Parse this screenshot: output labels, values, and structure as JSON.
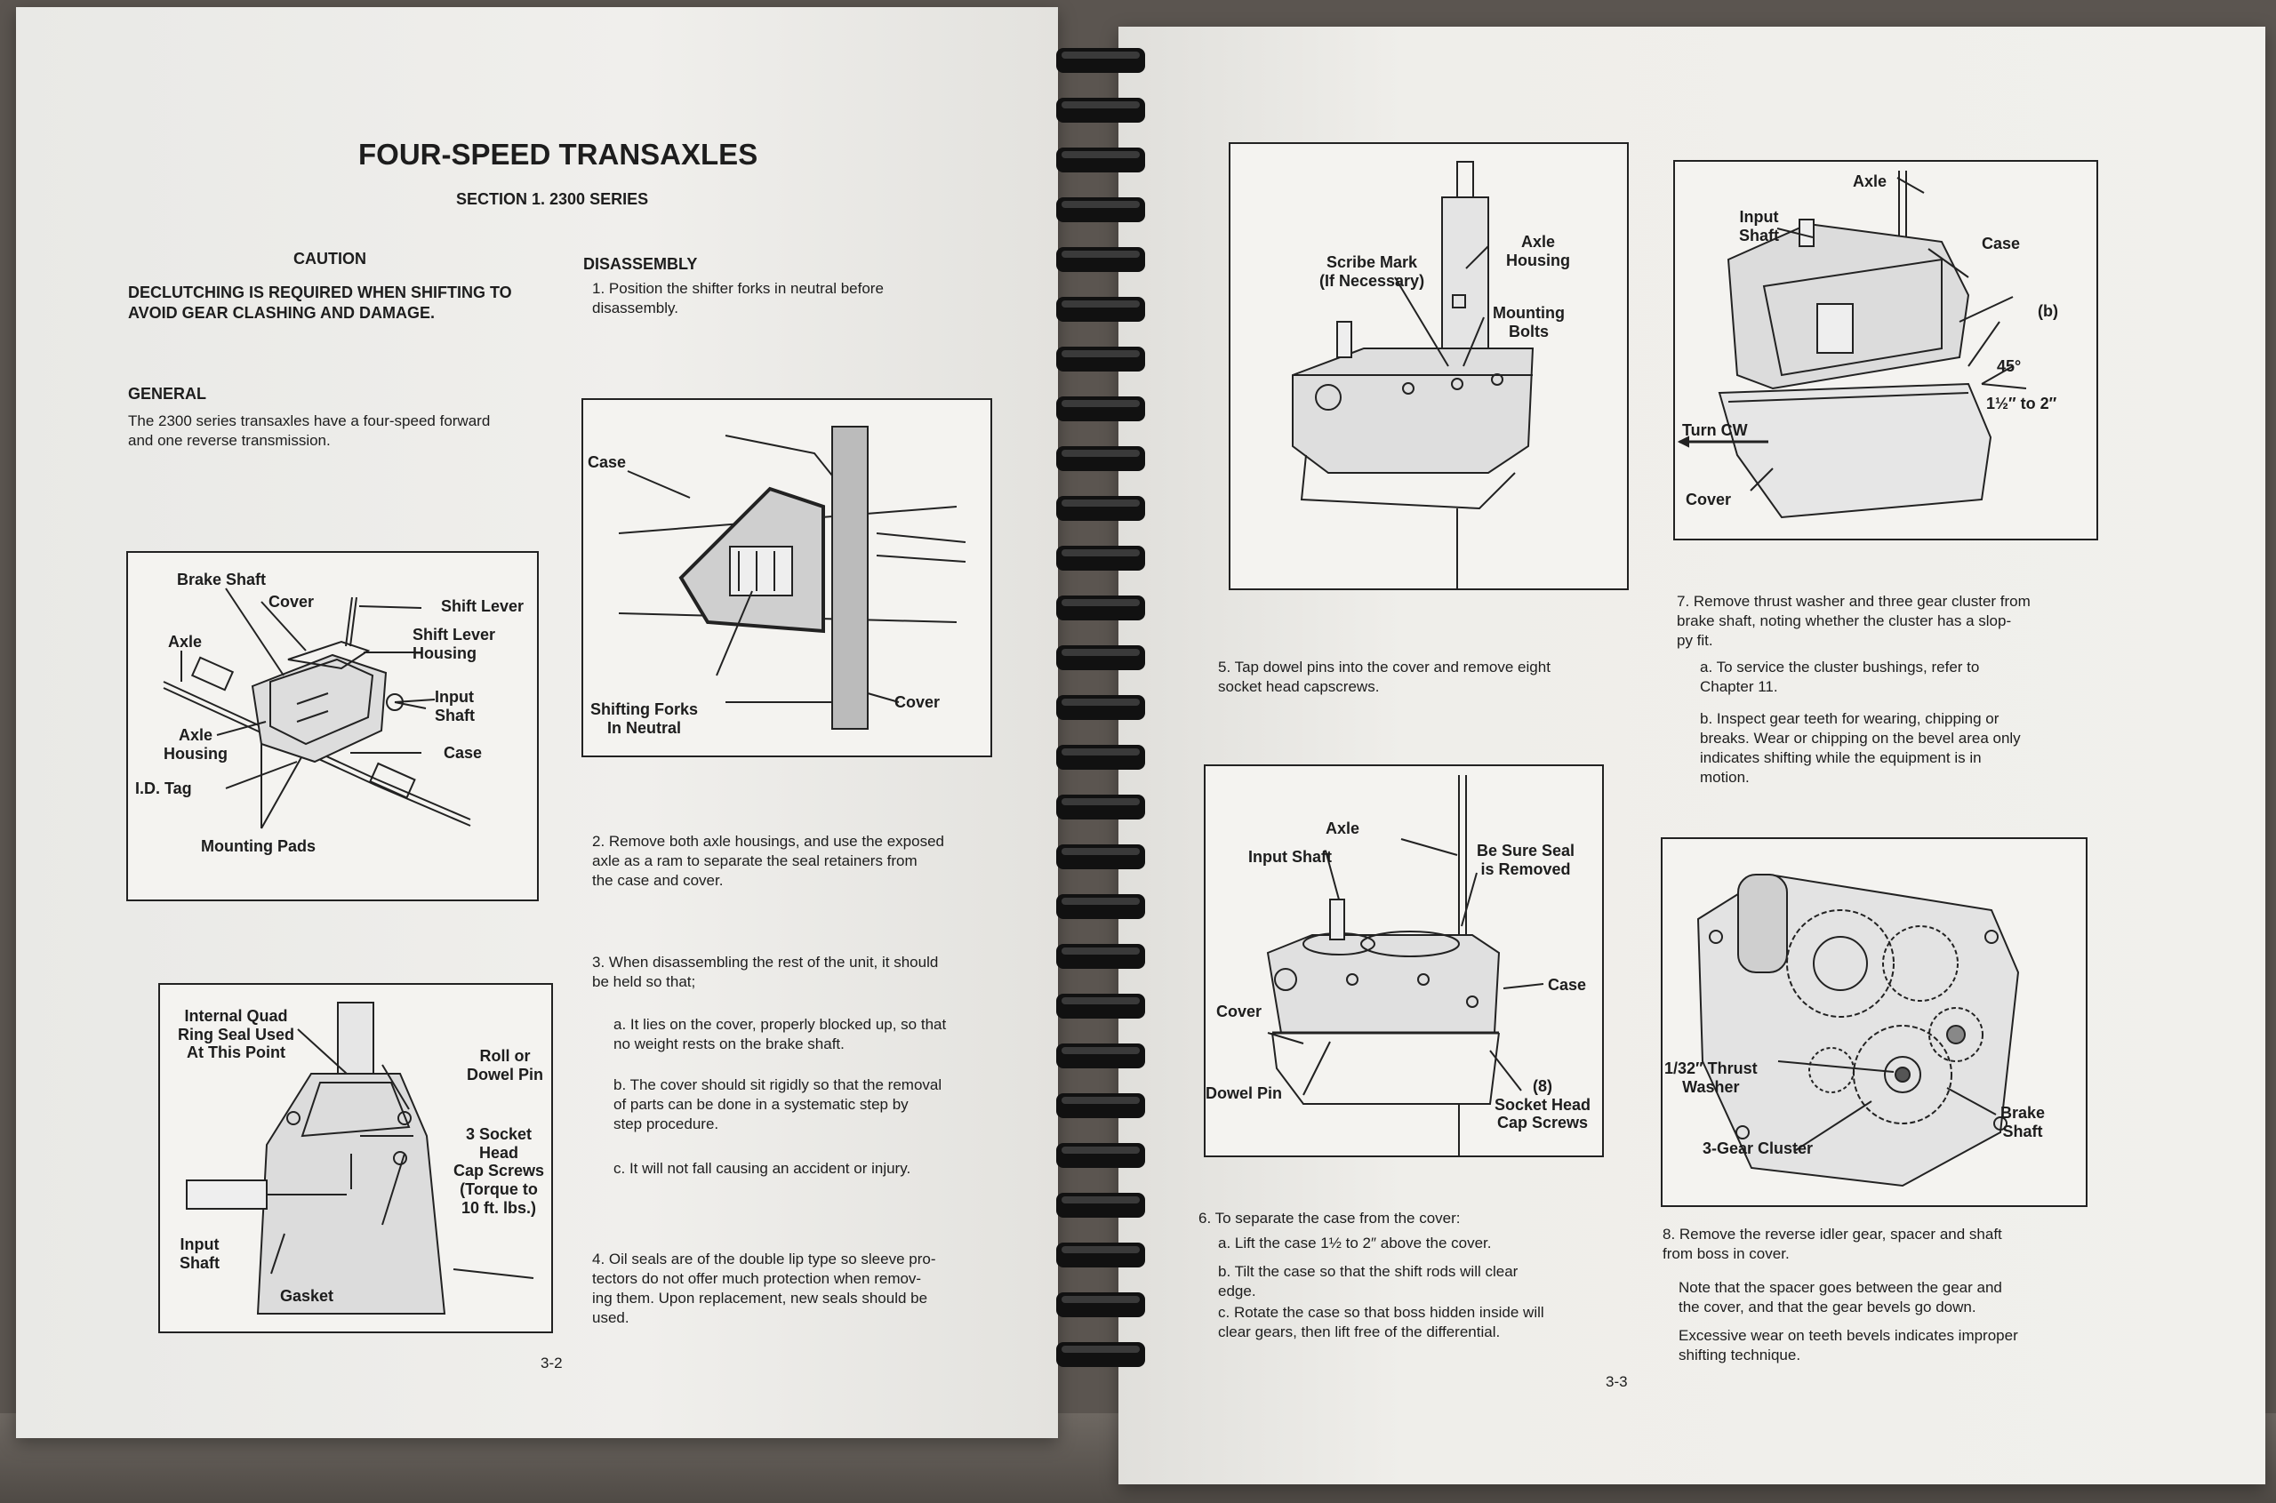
{
  "left_page": {
    "title": "FOUR-SPEED TRANSAXLES",
    "section": "SECTION 1. 2300 SERIES",
    "caution": {
      "heading": "CAUTION",
      "text": "DECLUTCHING IS REQUIRED WHEN SHIFTING TO\nAVOID GEAR CLASHING AND DAMAGE."
    },
    "general": {
      "heading": "GENERAL",
      "text": "The 2300 series transaxles have a four-speed forward\nand one reverse transmission."
    },
    "disassembly": {
      "heading": "DISASSEMBLY",
      "step1": "1. Position the shifter forks in neutral before\n    disassembly.",
      "step2": "2. Remove both axle housings, and use the exposed\n    axle as a ram to separate the seal retainers from\n    the case and cover.",
      "step3": "3. When disassembling the rest of the unit, it should\n    be held so that;",
      "step3a": "a. It lies on the cover, properly blocked up, so that\n    no weight rests on the brake shaft.",
      "step3b": "b. The cover should sit rigidly so that the removal\n    of parts can be done in a systematic step by\n    step procedure.",
      "step3c": "c. It will not fall causing an accident or injury.",
      "step4": "4. Oil seals are of the double lip type so sleeve pro-\n    tectors do not offer much protection when remov-\n    ing them. Upon replacement, new seals should be\n    used."
    },
    "fig1_labels": {
      "brake_shaft": "Brake Shaft",
      "cover": "Cover",
      "shift_lever": "Shift Lever",
      "shift_lever_housing": "Shift Lever\nHousing",
      "axle": "Axle",
      "input_shaft": "Input\nShaft",
      "axle_housing": "Axle\nHousing",
      "case": "Case",
      "id_tag": "I.D. Tag",
      "mounting_pads": "Mounting Pads"
    },
    "fig2_labels": {
      "case": "Case",
      "shifting_forks": "Shifting Forks\nIn Neutral",
      "cover": "Cover"
    },
    "fig3_labels": {
      "quad_ring": "Internal Quad\nRing Seal Used\nAt This Point",
      "roll_pin": "Roll or\nDowel Pin",
      "socket_head": "3 Socket Head\nCap Screws\n(Torque to\n10 ft. lbs.)",
      "input_shaft": "Input\nShaft",
      "gasket": "Gasket"
    },
    "page_number": "3-2"
  },
  "right_page": {
    "fig4_labels": {
      "scribe_mark": "Scribe Mark\n(If Necessary)",
      "axle_housing": "Axle\nHousing",
      "mounting_bolts": "Mounting\nBolts"
    },
    "step5": "5. Tap dowel pins into the cover and remove eight\n    socket head capscrews.",
    "fig5_labels": {
      "axle": "Axle",
      "input_shaft": "Input Shaft",
      "be_sure_seal": "Be Sure Seal\nis Removed",
      "case": "Case",
      "cover": "Cover",
      "dowel_pin": "Dowel Pin",
      "socket_head": "(8)\nSocket Head\nCap Screws"
    },
    "step6": "6. To separate the case from the cover:",
    "step6a": "a. Lift the case 1½ to 2″ above the cover.",
    "step6b": "b. Tilt the case so that the shift rods will clear\n    edge.",
    "step6c": "c. Rotate the case so that boss hidden inside will\n    clear gears, then lift free of the differential.",
    "fig6_labels": {
      "axle": "Axle",
      "input_shaft": "Input\nShaft",
      "case": "Case",
      "b": "(b)",
      "deg45": "45°",
      "inches": "1½″ to 2″",
      "turn_cw": "Turn CW",
      "cover": "Cover"
    },
    "step7": "7. Remove thrust washer and three gear cluster from\n    brake shaft, noting whether the cluster has a slop-\n    py fit.",
    "step7a": "a. To service the cluster bushings, refer to\n    Chapter 11.",
    "step7b": "b. Inspect gear teeth for wearing, chipping or\n    breaks. Wear or chipping on the bevel area only\n    indicates shifting while the equipment is in\n    motion.",
    "fig7_labels": {
      "thrust_washer": "1/32″ Thrust\nWasher",
      "brake_shaft": "Brake\nShaft",
      "gear_cluster": "3-Gear Cluster"
    },
    "step8": "8. Remove the reverse idler gear, spacer and shaft\n    from boss in cover.",
    "note1": "Note that the spacer goes between the gear and\nthe cover, and that the gear bevels go down.",
    "note2": "Excessive wear on teeth bevels indicates improper\nshifting technique.",
    "page_number": "3-3"
  }
}
